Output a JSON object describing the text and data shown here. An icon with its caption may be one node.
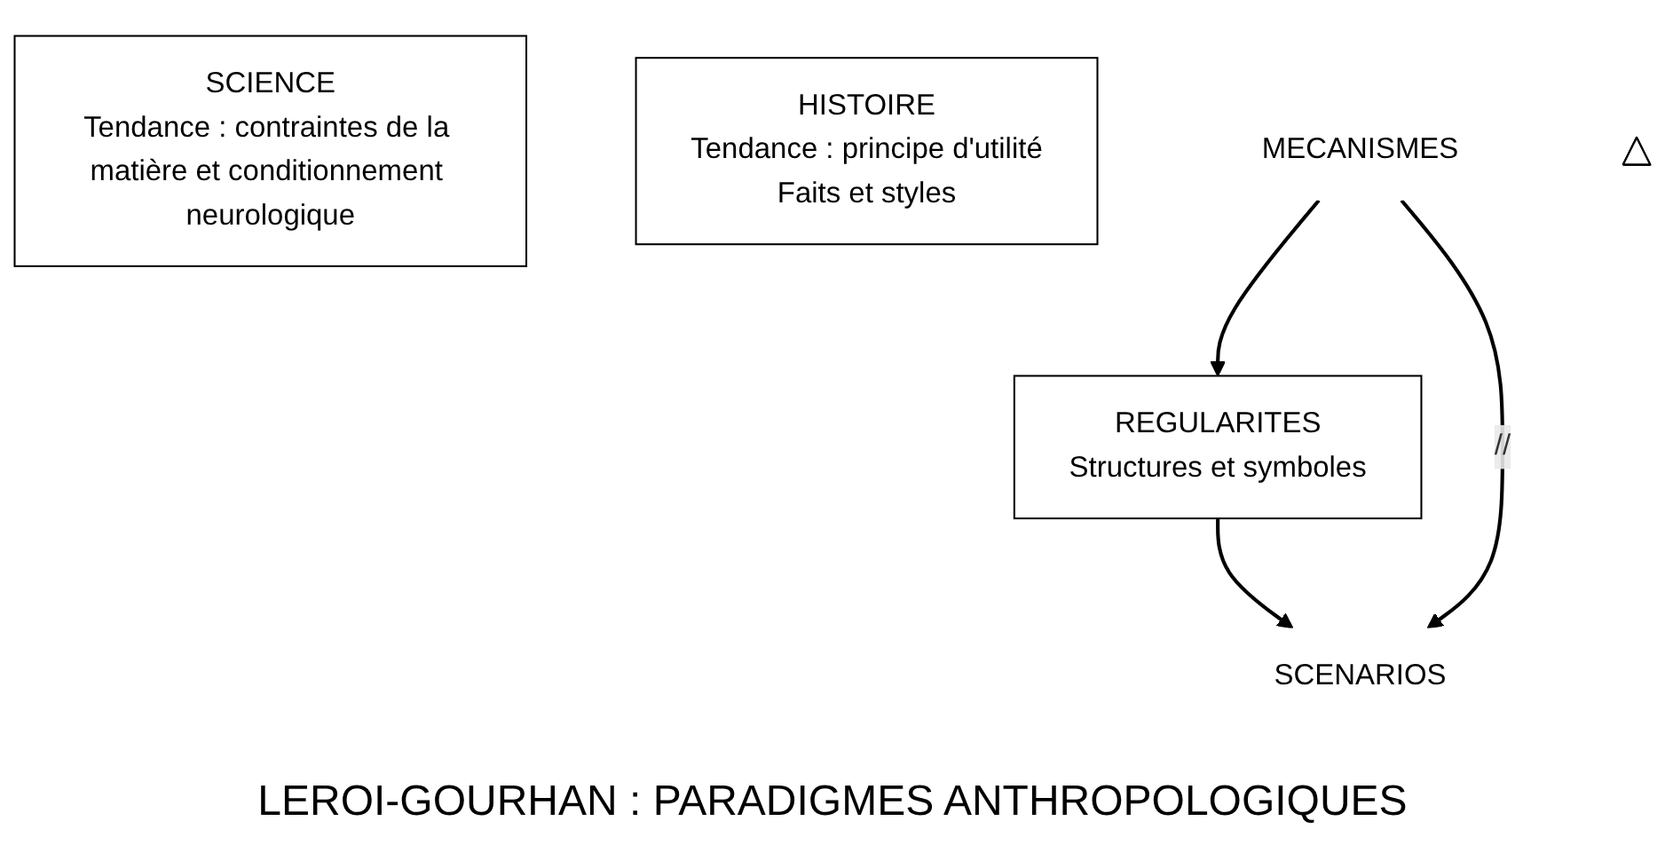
{
  "diagram": {
    "caption": "LEROI-GOURHAN : PARADIGMES ANTHROPOLOGIQUES",
    "nodes": [
      {
        "text": [
          "REGULARITES",
          "Structures et symboles"
        ]
      },
      {
        "text": [
          "SCIENCE",
          "Tendance : contraintes de la matière et conditionnement neurologique"
        ]
      },
      {
        "text": [
          "HISTOIRE",
          "Tendance : principe d'utilité",
          "Faits et styles"
        ]
      },
      {
        "text": [
          "MECANISMES"
        ]
      },
      {
        "text": [
          "SCENARIOS"
        ]
      },
      {
        "text": [],
        "shape": "triangle"
      }
    ],
    "edges": [
      {
        "from": 3,
        "to": 0,
        "arrow": "to"
      },
      {
        "from": 0,
        "to": 4,
        "arrow": "to"
      },
      {
        "from": 3,
        "to": 4,
        "arrow": "to",
        "label": "//"
      }
    ]
  }
}
